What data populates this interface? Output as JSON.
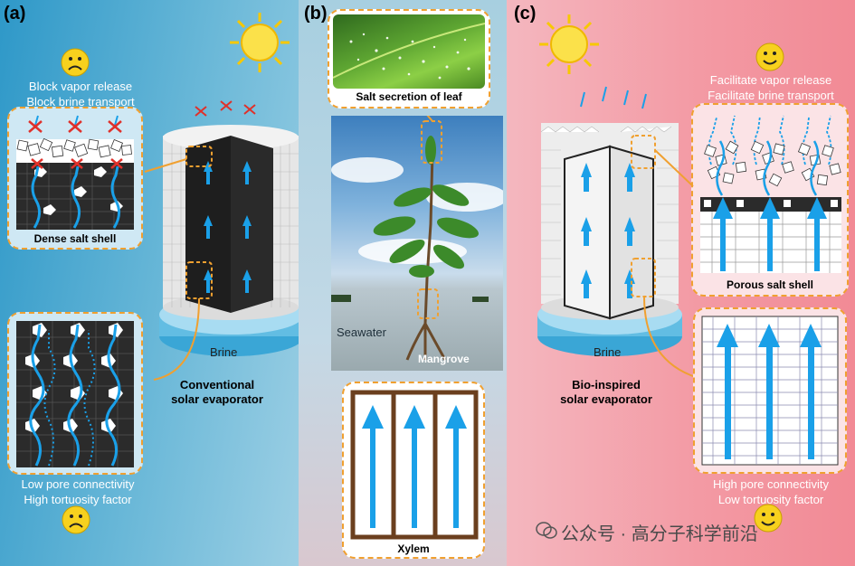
{
  "panels": {
    "a": {
      "label": "(a)"
    },
    "b": {
      "label": "(b)"
    },
    "c": {
      "label": "(c)"
    }
  },
  "conventional": {
    "top_caption_1": "Block vapor release",
    "top_caption_2": "Block brine transport",
    "salt_shell_label": "Dense salt shell",
    "brine_label": "Brine",
    "title_1": "Conventional",
    "title_2": "solar evaporator",
    "bottom_caption_1": "Low pore connectivity",
    "bottom_caption_2": "High tortuosity factor",
    "mood": "sad"
  },
  "mangrove": {
    "leaf_label": "Salt secretion of leaf",
    "seawater_label": "Seawater",
    "mangrove_label": "Mangrove",
    "xylem_label": "Xylem"
  },
  "bioinspired": {
    "top_caption_1": "Facilitate vapor release",
    "top_caption_2": "Facilitate brine transport",
    "salt_shell_label": "Porous salt shell",
    "brine_label": "Brine",
    "title_1": "Bio-inspired",
    "title_2": "solar evaporator",
    "bottom_caption_1": "High pore connectivity",
    "bottom_caption_2": "Low tortuosity factor",
    "mood": "happy"
  },
  "watermark": "公众号 · 高分子科学前沿",
  "colors": {
    "arrow_blue": "#1aa0e8",
    "dash_orange": "#f0a030",
    "dark_panel": "#2b2b2b",
    "cross_red": "#e0302a"
  }
}
